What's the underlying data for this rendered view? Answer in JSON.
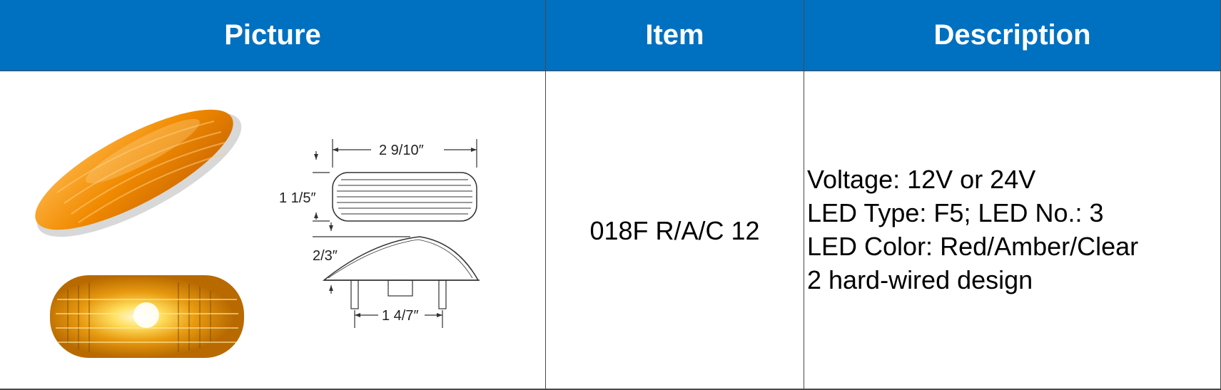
{
  "table": {
    "headers": [
      "Picture",
      "Item",
      "Description"
    ],
    "row": {
      "item": "018F R/A/C 12",
      "description_lines": [
        "Voltage: 12V or 24V",
        "LED Type: F5; LED No.: 3",
        "LED Color: Red/Amber/Clear",
        "2 hard-wired design"
      ]
    },
    "drawing_labels": {
      "length": "2 9/10″",
      "width": "1 1/5″",
      "height": "2/3″",
      "stud_spacing": "1 4/7″"
    }
  },
  "colors": {
    "header_bg": "#0070c0",
    "header_text": "#ffffff",
    "amber": "#f5a000"
  },
  "icons": [
    "amber-marker-light-photo",
    "lit-marker-light-photo",
    "dimension-drawing"
  ]
}
